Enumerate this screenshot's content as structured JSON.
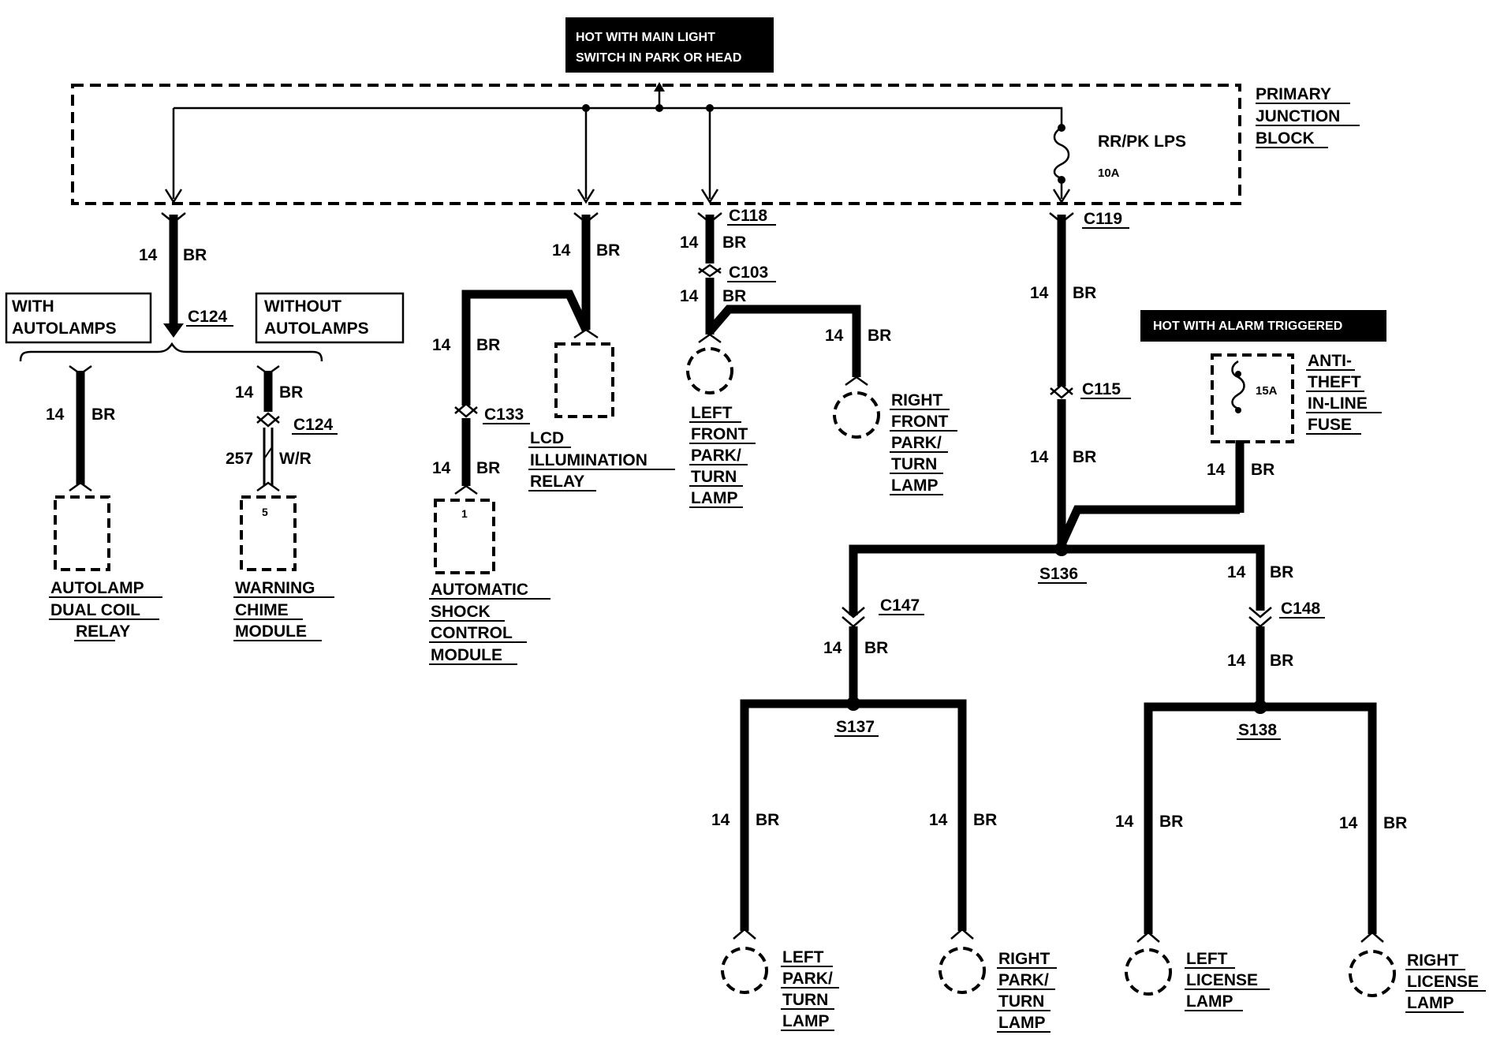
{
  "notes": {
    "hot_main": [
      "HOT WITH MAIN LIGHT",
      "SWITCH IN PARK OR HEAD"
    ],
    "hot_alarm": "HOT WITH ALARM TRIGGERED"
  },
  "junction_block": {
    "label": [
      "PRIMARY",
      "JUNCTION",
      "BLOCK"
    ],
    "fuse_name": "RR/PK LPS",
    "fuse_rating": "10A"
  },
  "inline_fuse": {
    "label": [
      "ANTI-",
      "THEFT",
      "IN-LINE",
      "FUSE"
    ],
    "rating": "15A"
  },
  "options": {
    "with": [
      "WITH",
      "AUTOLAMPS"
    ],
    "without": [
      "WITHOUT",
      "AUTOLAMPS"
    ]
  },
  "connectors": {
    "c124": "C124",
    "c118": "C118",
    "c103": "C103",
    "c119": "C119",
    "c133": "C133",
    "c115": "C115",
    "c147": "C147",
    "c148": "C148"
  },
  "splices": {
    "s136": "S136",
    "s137": "S137",
    "s138": "S138"
  },
  "wire": {
    "gauge": "14",
    "color": "BR",
    "chime_gauge": "257",
    "chime_color": "W/R"
  },
  "pins": {
    "chime": "5",
    "shock": "1"
  },
  "components": {
    "autolamp_relay": [
      "AUTOLAMP",
      "DUAL COIL",
      "RELAY"
    ],
    "warning_chime": [
      "WARNING",
      "CHIME",
      "MODULE"
    ],
    "shock_module": [
      "AUTOMATIC",
      "SHOCK",
      "CONTROL",
      "MODULE"
    ],
    "lcd_relay": [
      "LCD",
      "ILLUMINATION",
      "RELAY"
    ],
    "lf_park_lamp": [
      "LEFT",
      "FRONT",
      "PARK/",
      "TURN",
      "LAMP"
    ],
    "rf_park_lamp": [
      "RIGHT",
      "FRONT",
      "PARK/",
      "TURN",
      "LAMP"
    ],
    "l_park_lamp": [
      "LEFT",
      "PARK/",
      "TURN",
      "LAMP"
    ],
    "r_park_lamp": [
      "RIGHT",
      "PARK/",
      "TURN",
      "LAMP"
    ],
    "l_license_lamp": [
      "LEFT",
      "LICENSE",
      "LAMP"
    ],
    "r_license_lamp": [
      "RIGHT",
      "LICENSE",
      "LAMP"
    ]
  }
}
